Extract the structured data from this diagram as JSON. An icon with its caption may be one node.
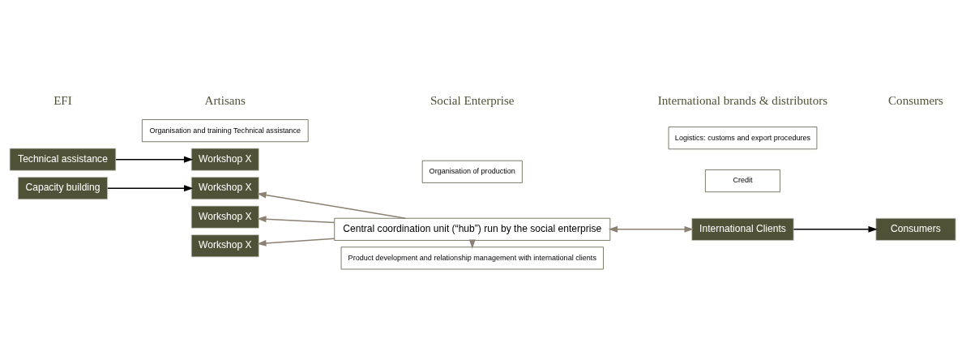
{
  "diagram": {
    "nodes": [
      {
        "text": [
          "Capacity building"
        ]
      },
      {
        "text": [
          "Technical assistance"
        ]
      },
      {
        "text": [
          "Workshop X"
        ]
      },
      {
        "text": [
          "Workshop X"
        ]
      },
      {
        "text": [
          "Workshop X"
        ]
      },
      {
        "text": [
          "Workshop X"
        ]
      },
      {
        "text": [
          "Central coordination unit (“hub”) run by the social enterprise"
        ]
      },
      {
        "text": [
          "International Clients"
        ]
      },
      {
        "text": [
          "Consumers"
        ]
      },
      {
        "text": [
          "Organisation and training Technical assistance"
        ]
      },
      {
        "text": [
          "Organisation of production"
        ]
      },
      {
        "text": [
          "Product development and relationship management with international clients"
        ]
      },
      {
        "text": [
          "Credit"
        ]
      },
      {
        "text": [
          "Logistics: customs and export procedures"
        ]
      }
    ],
    "edges": [
      {
        "from": 0,
        "to": 2,
        "arrow": "to",
        "color": "#000000"
      },
      {
        "from": 1,
        "to": 4,
        "arrow": "to",
        "color": "#000000"
      },
      {
        "from": 6,
        "to": 2,
        "arrow": "to"
      },
      {
        "from": 6,
        "to": 3,
        "arrow": "to"
      },
      {
        "from": 6,
        "to": 5,
        "arrow": "to"
      },
      {
        "from": 6,
        "to": 7,
        "arrow": "both"
      },
      {
        "from": 7,
        "to": 8,
        "arrow": "to",
        "color": "#000000"
      },
      {
        "from": 6,
        "to": 11,
        "arrow": "to"
      }
    ],
    "labels": [
      "EFI",
      "Artisans",
      "Social Enterprise",
      "International brands & distributors",
      "Consumers"
    ]
  }
}
